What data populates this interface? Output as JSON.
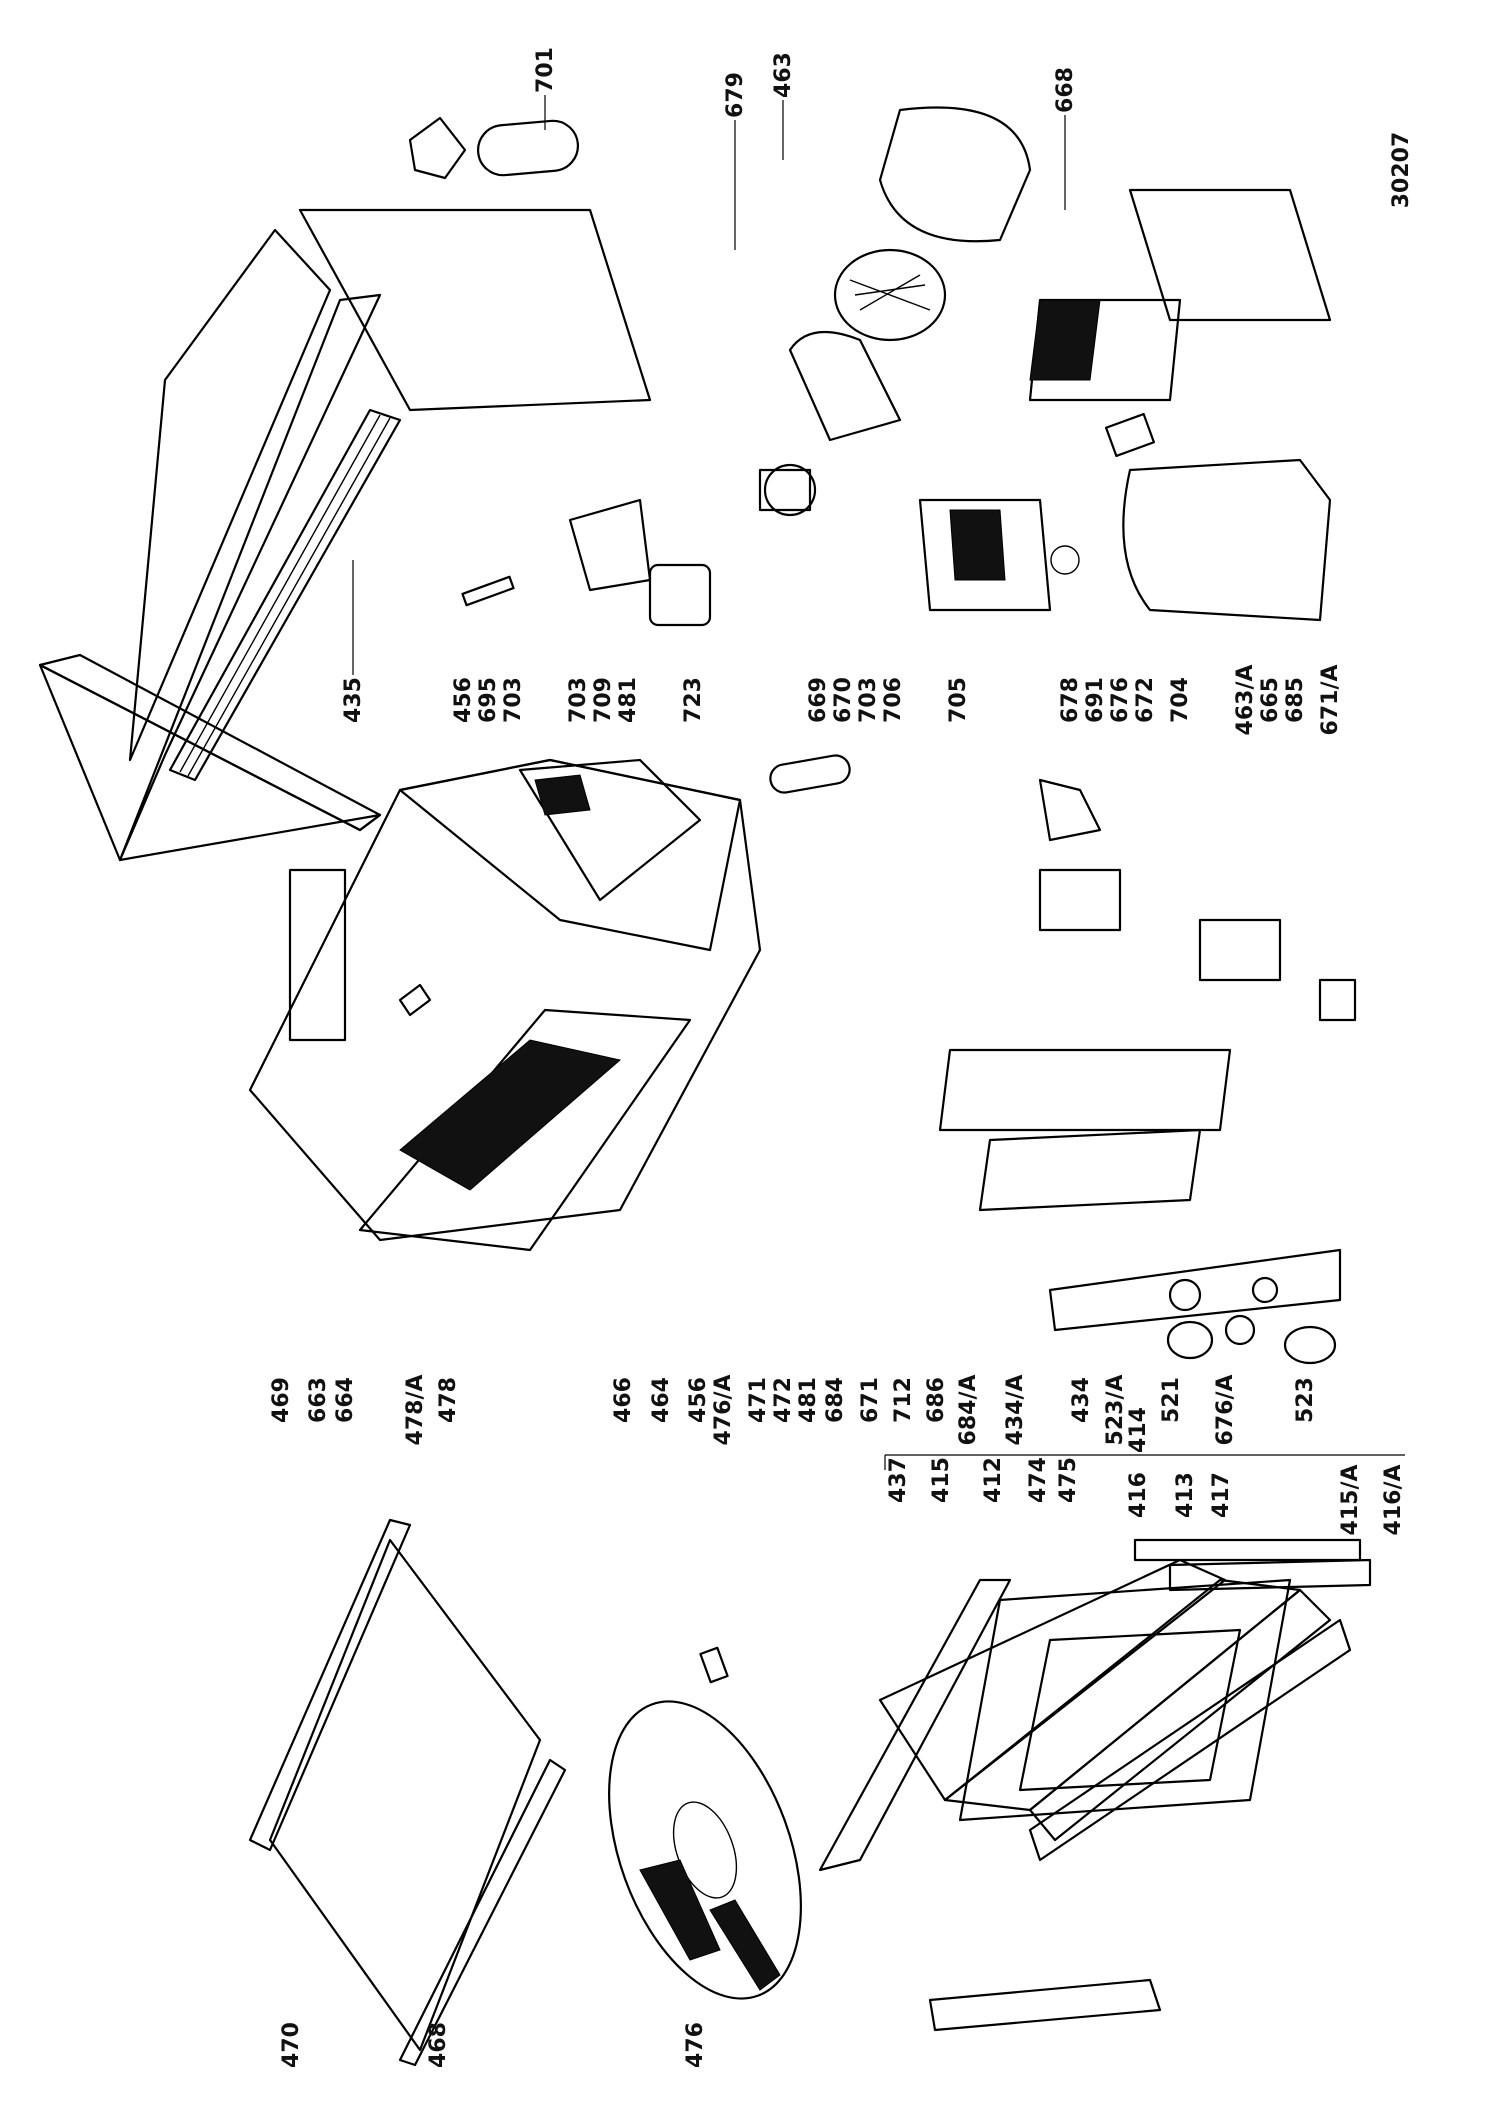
{
  "diagram": {
    "drawing_number": "30207",
    "part_labels": [
      "701",
      "679",
      "463",
      "668",
      "435",
      "456",
      "695",
      "703",
      "703",
      "709",
      "481",
      "723",
      "669",
      "670",
      "703",
      "706",
      "705",
      "678",
      "691",
      "676",
      "672",
      "704",
      "463/A",
      "665",
      "685",
      "671/A",
      "469",
      "663",
      "664",
      "478/A",
      "478",
      "466",
      "464",
      "456",
      "476/A",
      "471",
      "472",
      "481",
      "684",
      "671",
      "712",
      "686",
      "684/A",
      "434/A",
      "434",
      "523/A",
      "414",
      "521",
      "676/A",
      "523",
      "437",
      "415",
      "412",
      "474",
      "475",
      "416",
      "413",
      "417",
      "415/A",
      "416/A",
      "470",
      "468",
      "476"
    ]
  }
}
